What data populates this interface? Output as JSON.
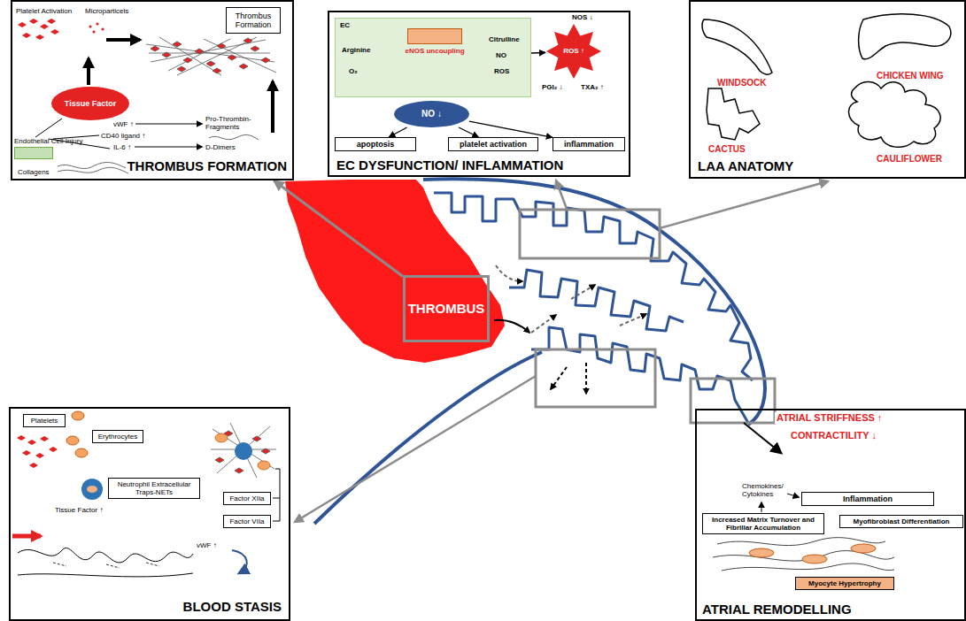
{
  "diagram": {
    "nodes": [
      {
        "text": [
          "THROMBUS FORMATION"
        ]
      },
      {
        "text": [
          "Thrombus Formation"
        ],
        "in": 0
      },
      {
        "text": [
          "Tissue Factor"
        ],
        "in": 0
      },
      {
        "text": [
          "Endothelial Cell Injury"
        ],
        "in": 0
      },
      {
        "text": [
          "EC DYSFUNCTION/ INFLAMMATION"
        ]
      },
      {
        "text": [
          "EC"
        ],
        "in": 4
      },
      {
        "text": [
          "eNOS uncoupling"
        ],
        "in": 5
      },
      {
        "text": [
          "ROS ↑"
        ],
        "in": 4
      },
      {
        "text": [
          "NO ↓"
        ],
        "in": 4
      },
      {
        "text": [
          "apoptosis"
        ],
        "in": 4
      },
      {
        "text": [
          "platelet activation"
        ],
        "in": 4
      },
      {
        "text": [
          "inflammation"
        ],
        "in": 4
      },
      {
        "text": [
          "LAA ANATOMY"
        ]
      },
      {
        "text": [
          "THROMBUS"
        ]
      },
      {
        "text": [
          "BLOOD STASIS"
        ]
      },
      {
        "text": [
          "Platelets"
        ],
        "in": 14
      },
      {
        "text": [
          "Erythrocytes"
        ],
        "in": 14
      },
      {
        "text": [
          "Neutrophil Extracellular Traps-NETs"
        ],
        "in": 14
      },
      {
        "text": [
          "Factor XIIa"
        ],
        "in": 14
      },
      {
        "text": [
          "Factor VIIa"
        ],
        "in": 14
      },
      {
        "text": [
          "ATRIAL REMODELLING"
        ]
      },
      {
        "text": [
          "Inflammation"
        ],
        "in": 20
      },
      {
        "text": [
          "Increased Matrix Turnover and Fibrillar Accumulation"
        ],
        "in": 20
      },
      {
        "text": [
          "Myofibroblast Differentiation"
        ],
        "in": 20
      },
      {
        "text": [
          "Myocyte Hypertrophy"
        ],
        "in": 20
      }
    ],
    "edges": [
      {
        "from": 13,
        "to": 0,
        "arrow": "to"
      },
      {
        "from": 5,
        "to": 7,
        "arrow": "to"
      },
      {
        "from": 8,
        "to": 9,
        "arrow": "to"
      },
      {
        "from": 8,
        "to": 10,
        "arrow": "to"
      },
      {
        "from": 8,
        "to": 11,
        "arrow": "to"
      }
    ],
    "labels": [
      "Platelet Activation",
      "Microparticels",
      "vWF ↑",
      "CD40 ligand ↑",
      "IL-6 ↑",
      "Pro-Thrombin-Fragments",
      "D-Dimers",
      "Collagens",
      "Arginine",
      "O₂",
      "Citrulline",
      "NO",
      "ROS",
      "NOS ↓",
      "PGI₂ ↓",
      "TXA₂ ↑",
      "WINDSOCK",
      "CHICKEN WING",
      "CACTUS",
      "CAULIFLOWER",
      "Tissue Factor ↑",
      "vWF ↑",
      "ATRIAL STRIFFNESS ↑",
      "CONTRACTILITY ↓",
      "Chemokines/ Cytokines"
    ]
  }
}
